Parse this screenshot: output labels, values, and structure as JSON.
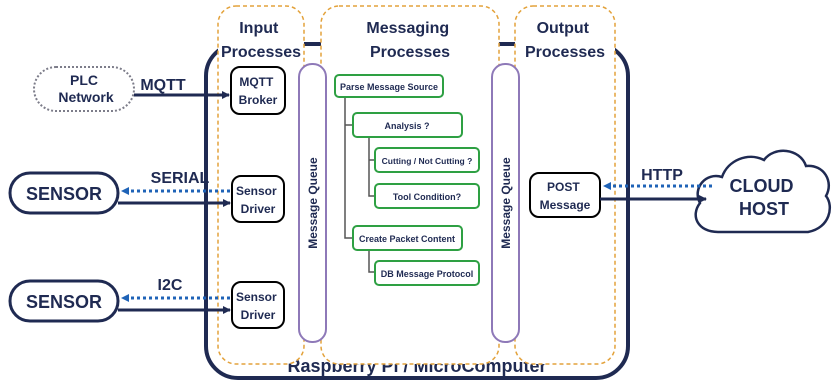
{
  "colors": {
    "navy": "#1f2a52",
    "dotted_blue": "#1f63b7",
    "green": "#2ea043",
    "orange": "#e3a23b",
    "purple": "#8e79b8",
    "gray_dotted": "#7d7d8a"
  },
  "diagram": {
    "main_label": "Raspberry Pi / MicroComputer",
    "groups": {
      "input": [
        "Input",
        "Processes"
      ],
      "messaging": [
        "Messaging",
        "Processes"
      ],
      "output": [
        "Output",
        "Processes"
      ]
    },
    "queues": {
      "left": "Message Queue",
      "right": "Message Queue"
    },
    "external": {
      "plc": [
        "PLC",
        "Network"
      ],
      "sensor_top": "SENSOR",
      "sensor_bottom": "SENSOR",
      "cloud": [
        "CLOUD",
        "HOST"
      ]
    },
    "protocols": {
      "mqtt": "MQTT",
      "serial": "SERIAL",
      "i2c": "I2C",
      "http": "HTTP"
    },
    "process_boxes": {
      "mqtt_broker": [
        "MQTT",
        "Broker"
      ],
      "sensor_driver_top": [
        "Sensor",
        "Driver"
      ],
      "sensor_driver_bottom": [
        "Sensor",
        "Driver"
      ],
      "post_message": [
        "POST",
        "Message"
      ]
    },
    "tree": {
      "parse": "Parse Message Source",
      "analysis": "Analysis ?",
      "cutting": "Cutting / Not Cutting ?",
      "tool": "Tool Condition?",
      "create": "Create Packet Content",
      "db": "DB Message Protocol"
    }
  }
}
